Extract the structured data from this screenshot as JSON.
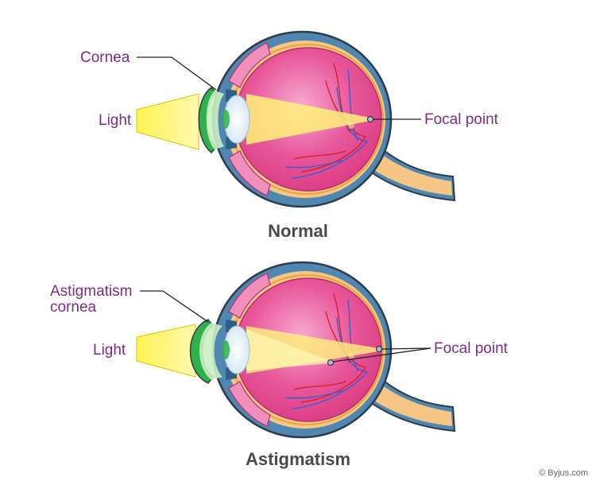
{
  "colors": {
    "label": "#7b2e86",
    "sclera": "#4f87b0",
    "outline": "#2d3c4a",
    "choroid": "#f6c784",
    "retina": "#e8a53a",
    "vitreous": "#e04a8e",
    "vitreous_light": "#f08fbc",
    "light_beam": "#fff33a",
    "cornea": "#2fb24a",
    "iris": "#2f5f86",
    "lens": "#eef6ff",
    "artery": "#d6202b",
    "vein": "#3a5fc8",
    "leader": "#222222"
  },
  "normal": {
    "title": "Normal",
    "labels": {
      "cornea": "Cornea",
      "light": "Light",
      "focal_point": "Focal point"
    }
  },
  "astigmatism": {
    "title": "Astigmatism",
    "labels": {
      "cornea_line1": "Astigmatism",
      "cornea_line2": "cornea",
      "light": "Light",
      "focal_point": "Focal point"
    }
  },
  "credit": "© Byjus.com"
}
